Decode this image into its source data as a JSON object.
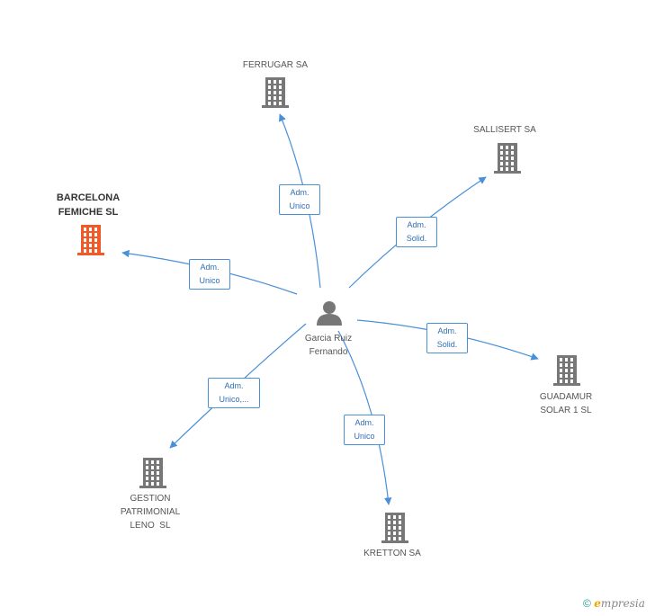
{
  "center": {
    "name_line1": "Garcia Ruiz",
    "name_line2": "Fernando"
  },
  "companies": [
    {
      "id": "ferrugar",
      "lines": [
        "FERRUGAR SA"
      ],
      "highlight": false
    },
    {
      "id": "sallisert",
      "lines": [
        "SALLISERT SA"
      ],
      "highlight": false
    },
    {
      "id": "barcelona",
      "lines": [
        "BARCELONA",
        "FEMICHE SL"
      ],
      "highlight": true
    },
    {
      "id": "guadamur",
      "lines": [
        "GUADAMUR",
        "SOLAR 1 SL"
      ],
      "highlight": false
    },
    {
      "id": "gestion",
      "lines": [
        "GESTION",
        "PATRIMONIAL",
        "LENO  SL"
      ],
      "highlight": false
    },
    {
      "id": "kretton",
      "lines": [
        "KRETTON SA"
      ],
      "highlight": false
    }
  ],
  "edges": [
    {
      "to": "ferrugar",
      "lines": [
        "Adm.",
        "Unico"
      ]
    },
    {
      "to": "sallisert",
      "lines": [
        "Adm.",
        "Solid."
      ]
    },
    {
      "to": "barcelona",
      "lines": [
        "Adm.",
        "Unico"
      ]
    },
    {
      "to": "guadamur",
      "lines": [
        "Adm.",
        "Solid."
      ]
    },
    {
      "to": "gestion",
      "lines": [
        "Adm.",
        "Unico,..."
      ]
    },
    {
      "to": "kretton",
      "lines": [
        "Adm.",
        "Unico"
      ]
    }
  ],
  "colors": {
    "edge": "#4a90d9",
    "building": "#777777",
    "building_highlight": "#f05a28",
    "person": "#777777"
  },
  "footer": {
    "copyright": "©",
    "brand_e": "e",
    "brand_rest": "mpresia"
  }
}
